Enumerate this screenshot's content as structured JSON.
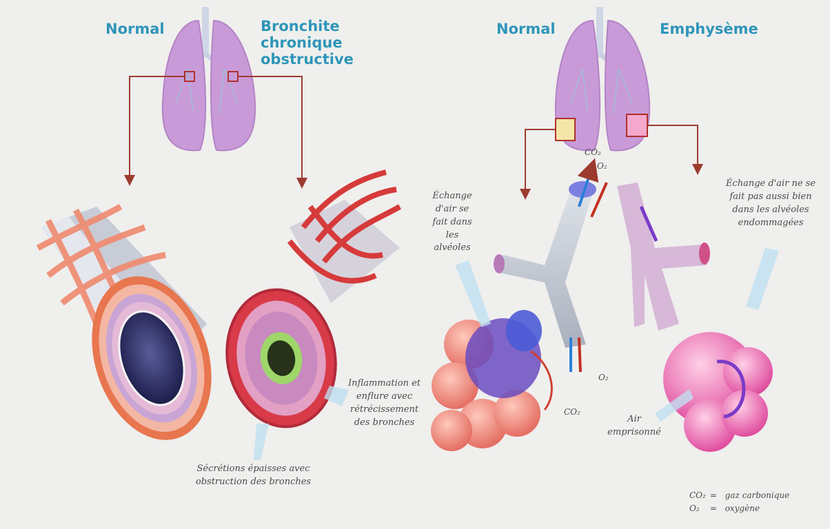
{
  "labels": {
    "left_normal": "Normal",
    "left_disease": "Bronchite chronique obstructive",
    "right_normal": "Normal",
    "right_disease": "Emphysème"
  },
  "notes": {
    "secretions": "Sécrétions épaisses avec obstruction des bronches",
    "inflammation": "Inflammation et enflure avec rétrécissement des bronches",
    "exchange_normal": "Échange d'air se fait dans les alvéoles",
    "exchange_damaged": "Échange d'air ne se fait pas aussi bien dans les alvéoles endommagées",
    "trapped_air": "Air emprisonné",
    "co2_top": "CO₂",
    "o2_top": "O₂",
    "o2_bottom": "O₂",
    "co2_bottom": "CO₂"
  },
  "legend": {
    "co2_symbol": "CO₂",
    "co2_eq": "=",
    "co2_text": "gaz carbonique",
    "o2_symbol": "O₂",
    "o2_eq": "=",
    "o2_text": "oxygène"
  },
  "colors": {
    "title_blue": "#2f95b8",
    "lung_purple": "#c99ad8",
    "muscle_red": "#e24a3c",
    "alveoli_salmon": "#f08a80",
    "emphysema_pink": "#f08ec4"
  }
}
